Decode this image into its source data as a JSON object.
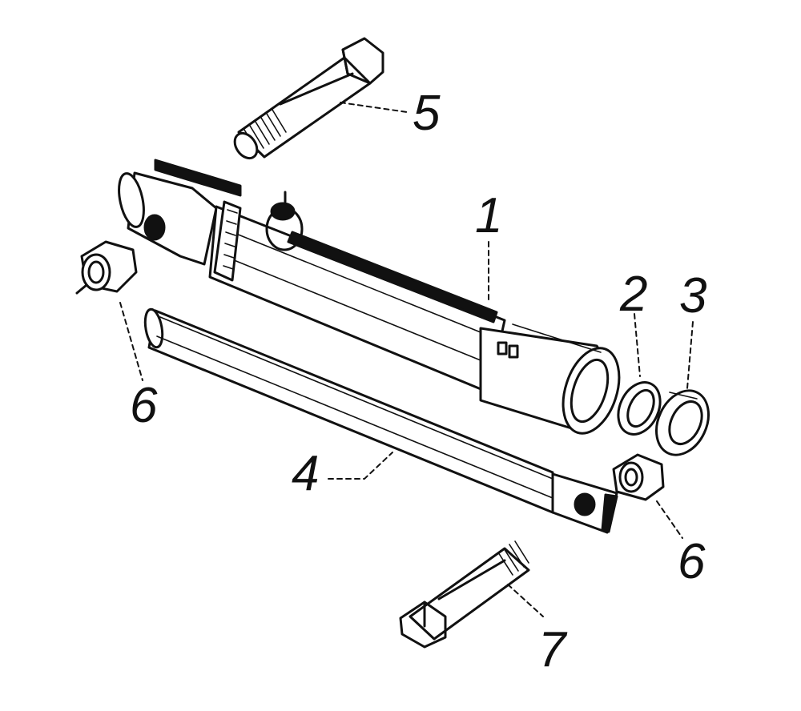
{
  "diagram": {
    "callouts": [
      {
        "id": "part-1",
        "text": "1"
      },
      {
        "id": "part-2",
        "text": "2"
      },
      {
        "id": "part-3",
        "text": "3"
      },
      {
        "id": "part-4",
        "text": "4"
      },
      {
        "id": "part-5",
        "text": "5"
      },
      {
        "id": "part-6a",
        "text": "6"
      },
      {
        "id": "part-6b",
        "text": "6"
      },
      {
        "id": "part-7",
        "text": "7"
      }
    ]
  },
  "colors": {
    "ink": "#111111",
    "paper": "#ffffff"
  }
}
